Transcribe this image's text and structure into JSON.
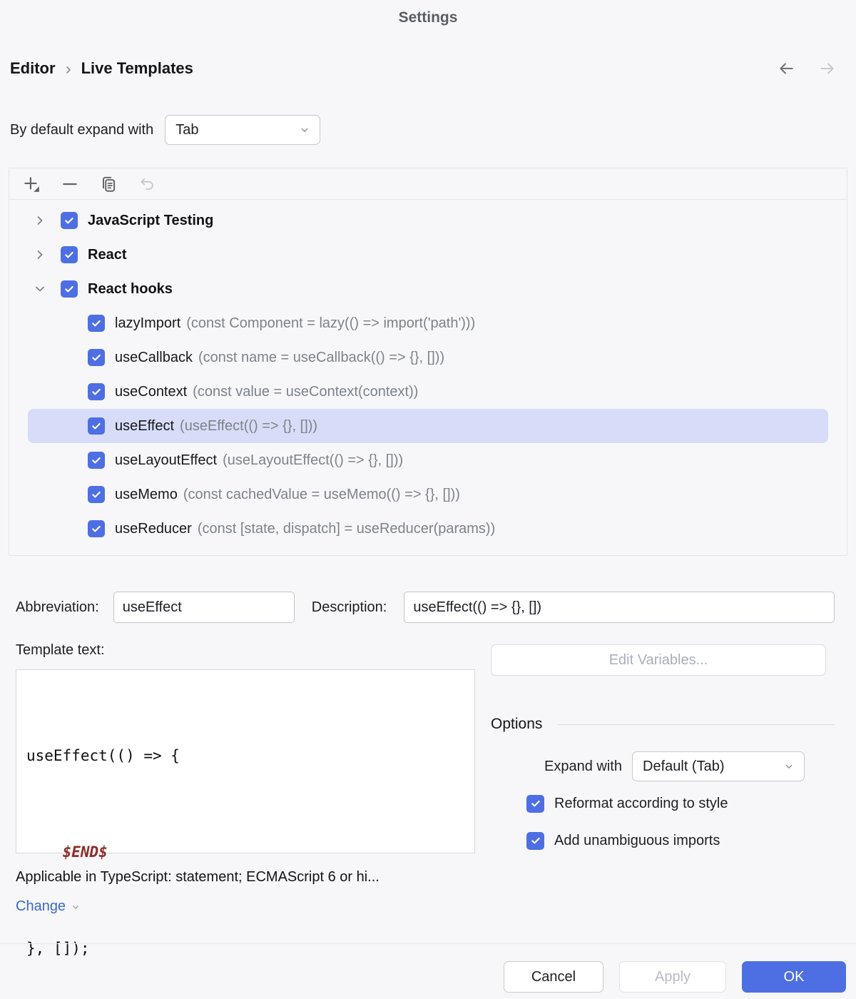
{
  "window": {
    "title": "Settings"
  },
  "breadcrumb": {
    "path": [
      "Editor",
      "Live Templates"
    ]
  },
  "defaults": {
    "label": "By default expand with",
    "value": "Tab"
  },
  "toolbar": {
    "icons": [
      "add",
      "remove",
      "duplicate",
      "undo"
    ]
  },
  "tree": {
    "groups": [
      {
        "label": "JavaScript Testing",
        "checked": true,
        "expanded": false
      },
      {
        "label": "React",
        "checked": true,
        "expanded": false
      },
      {
        "label": "React hooks",
        "checked": true,
        "expanded": true,
        "children": [
          {
            "name": "lazyImport",
            "description": "(const Component = lazy(() => import('path')))",
            "checked": true,
            "selected": false
          },
          {
            "name": "useCallback",
            "description": "(const name = useCallback(() => {}, []))",
            "checked": true,
            "selected": false
          },
          {
            "name": "useContext",
            "description": "(const value = useContext(context))",
            "checked": true,
            "selected": false
          },
          {
            "name": "useEffect",
            "description": "(useEffect(() => {}, []))",
            "checked": true,
            "selected": true
          },
          {
            "name": "useLayoutEffect",
            "description": "(useLayoutEffect(() => {}, []))",
            "checked": true,
            "selected": false
          },
          {
            "name": "useMemo",
            "description": "(const cachedValue = useMemo(() => {}, []))",
            "checked": true,
            "selected": false
          },
          {
            "name": "useReducer",
            "description": "(const [state, dispatch] = useReducer(params))",
            "checked": true,
            "selected": false
          }
        ]
      }
    ]
  },
  "fields": {
    "abbreviation_label": "Abbreviation:",
    "abbreviation_value": "useEffect",
    "description_label": "Description:",
    "description_value": "useEffect(() => {}, [])"
  },
  "template": {
    "label": "Template text:",
    "lines": [
      "useEffect(() => {",
      "    $END$",
      "}, []);"
    ]
  },
  "actions": {
    "edit_variables": "Edit Variables..."
  },
  "options": {
    "title": "Options",
    "expand_with_label": "Expand with",
    "expand_with_value": "Default (Tab)",
    "checkboxes": [
      {
        "label": "Reformat according to style",
        "checked": true
      },
      {
        "label": "Add unambiguous imports",
        "checked": true
      }
    ]
  },
  "context": {
    "applicable": "Applicable in TypeScript: statement; ECMAScript 6 or hi...",
    "change_label": "Change"
  },
  "footer": {
    "cancel": "Cancel",
    "apply": "Apply",
    "ok": "OK"
  },
  "colors": {
    "accent": "#4D6FE3",
    "selection": "#D7DDF8",
    "link": "#3E68C9",
    "template_variable": "#8C2E2C",
    "panel_border": "#E3E4E8"
  }
}
